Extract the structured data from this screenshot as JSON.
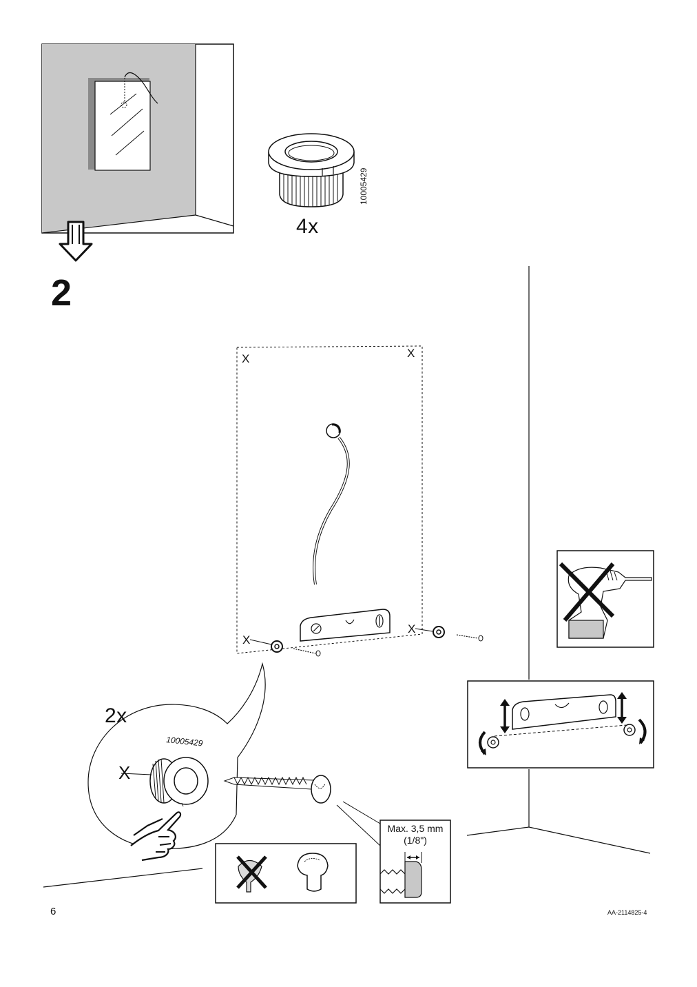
{
  "step": {
    "number": "2",
    "marks": {
      "x": "X"
    }
  },
  "parts": {
    "part_number_top": "10005429",
    "quantity_top": "4x",
    "part_number_detail": "10005429",
    "quantity_detail": "2x"
  },
  "spec": {
    "max_depth_line1": "Max. 3,5 mm",
    "max_depth_line2": "(1/8\")"
  },
  "footer": {
    "page_number": "6",
    "document_code": "AA-2114825-4"
  },
  "colors": {
    "wall_gray": "#c8c8c8",
    "line": "#111111",
    "light_gray": "#d9d9d9"
  },
  "icons": [
    "down-arrow-icon",
    "drill-prohibited-icon",
    "no-countersunk-screw-icon",
    "level-adjust-icon",
    "pointing-hand-icon"
  ]
}
